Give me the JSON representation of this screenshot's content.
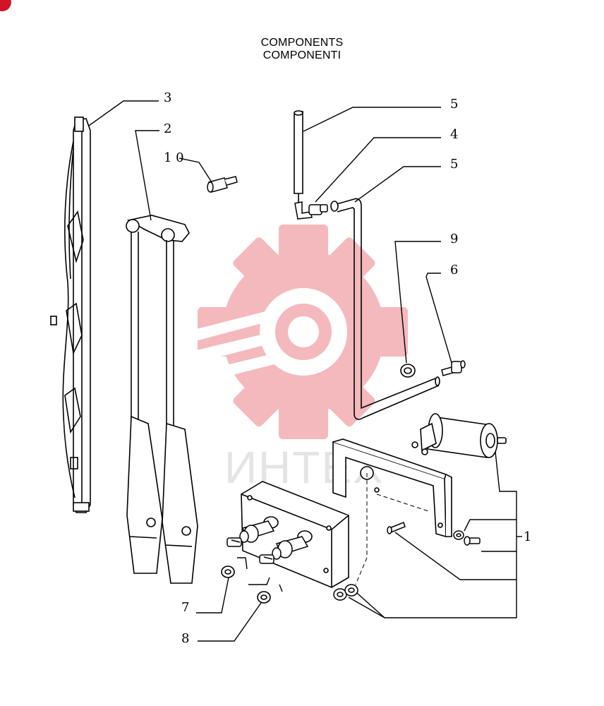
{
  "title": {
    "line1": "COMPONENTS",
    "line2": "COMPONENTI"
  },
  "watermark": {
    "text": "ИНТЕХ",
    "gear_color": "#f4b9bd",
    "text_color": "#e4e4e4"
  },
  "corner_badge_color": "#d0152a",
  "callouts": {
    "c1": "1",
    "c2": "2",
    "c3": "3",
    "c4": "4",
    "c5a": "5",
    "c5b": "5",
    "c6": "6",
    "c7": "7",
    "c8": "8",
    "c9": "9",
    "c10": "1 0"
  }
}
